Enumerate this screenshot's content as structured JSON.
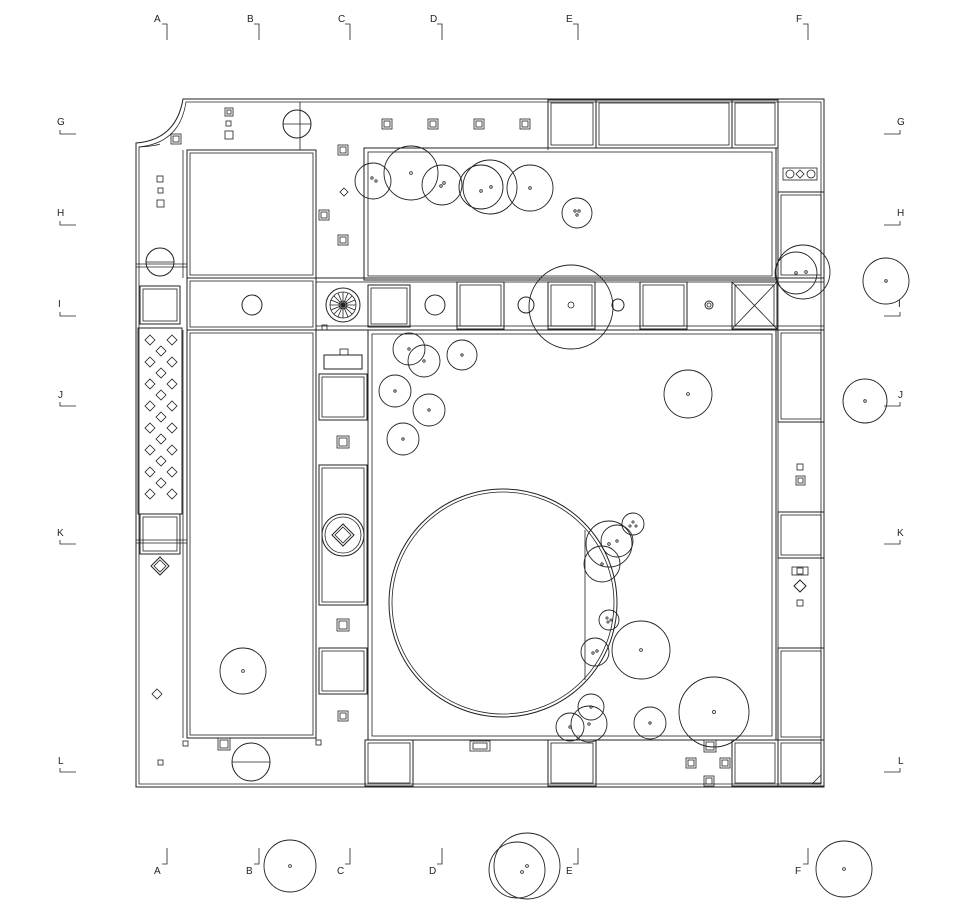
{
  "drawing": {
    "line_color": "#222222",
    "background": "#ffffff"
  },
  "grid": {
    "columns": [
      "A",
      "B",
      "C",
      "D",
      "E",
      "F"
    ],
    "rows": [
      "G",
      "H",
      "I",
      "J",
      "K",
      "L"
    ]
  }
}
